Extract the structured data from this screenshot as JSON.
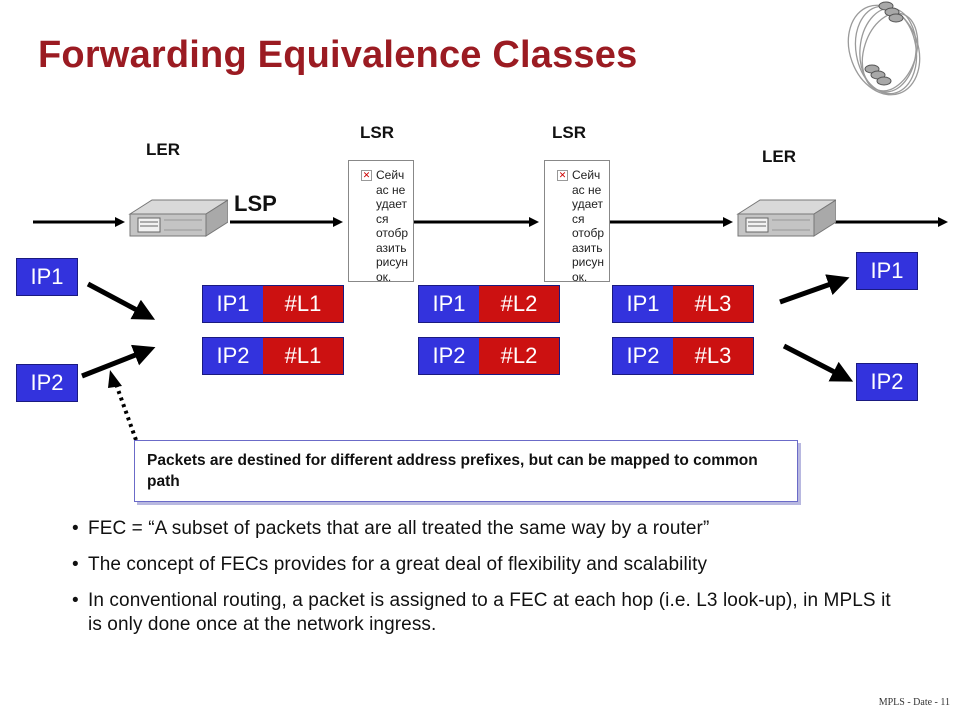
{
  "title": "Forwarding Equivalence Classes",
  "labels": {
    "ler_left": "LER",
    "ler_right": "LER",
    "lsr_1": "LSR",
    "lsr_2": "LSR",
    "lsp": "LSP"
  },
  "broken_image_text": "Сейчас не удается отобразить рисунок.",
  "broken_image_lines": [
    "Сейч",
    "ас не",
    "удает",
    "ся",
    "отобр",
    "азить",
    "рисун",
    "ок."
  ],
  "ingress_packets": [
    "IP1",
    "IP2"
  ],
  "egress_packets": [
    "IP1",
    "IP2"
  ],
  "labeled_packets": [
    {
      "ip": "IP1",
      "label": "#L1"
    },
    {
      "ip": "IP2",
      "label": "#L1"
    },
    {
      "ip": "IP1",
      "label": "#L2"
    },
    {
      "ip": "IP2",
      "label": "#L2"
    },
    {
      "ip": "IP1",
      "label": "#L3"
    },
    {
      "ip": "IP2",
      "label": "#L3"
    }
  ],
  "callout": "Packets are destined for different address prefixes, but can be mapped to common path",
  "bullets": [
    "FEC = “A subset of packets that are all treated the same way by a router”",
    "The concept of FECs provides for a great deal of flexibility and scalability",
    "In conventional routing, a packet is assigned to a FEC at each hop (i.e. L3 look-up), in MPLS it is only done once at the network ingress."
  ],
  "footer": "MPLS - Date - 11",
  "colors": {
    "title": "#9b1b22",
    "ip_box": "#3333dd",
    "label_box": "#cc1111"
  },
  "icons": {
    "router": "router-icon",
    "logo": "rings-logo-icon",
    "broken": "broken-image-icon"
  }
}
